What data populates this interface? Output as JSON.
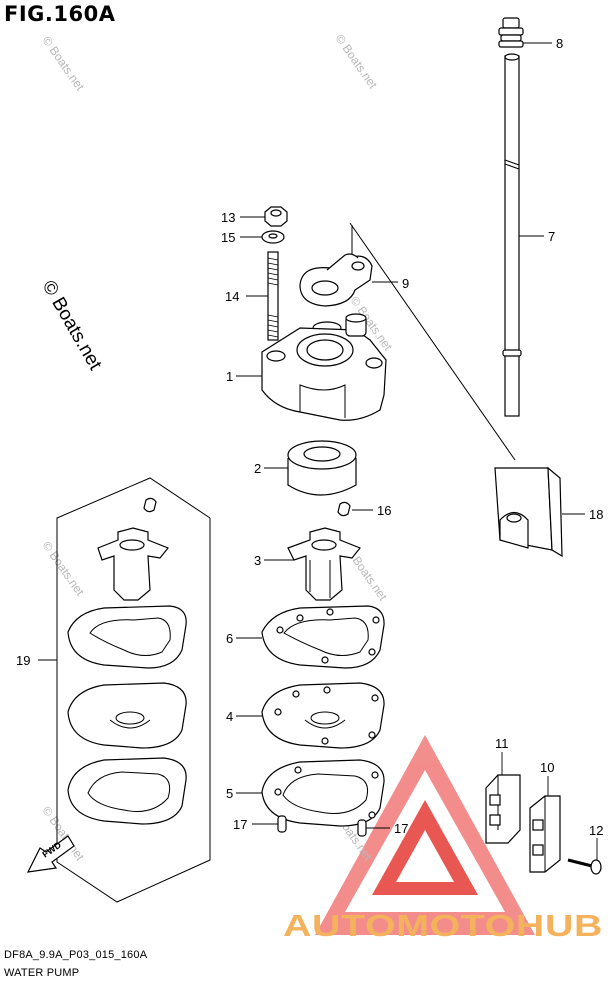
{
  "figure": {
    "title": "FIG.160A",
    "code": "DF8A_9.9A_P03_015_160A",
    "caption": "WATER PUMP"
  },
  "watermarks": {
    "copyright": "© Boats.net",
    "logo_text": "AUTOMOTOHUB",
    "logo_colors": {
      "outer": "#f07a78",
      "inner": "#e63a36",
      "text_orange": "#f5b25c",
      "text_gray": "#d0d0d0"
    }
  },
  "arrow_label": "FWD",
  "callouts": [
    {
      "id": "c1",
      "text": "1"
    },
    {
      "id": "c2",
      "text": "2"
    },
    {
      "id": "c3",
      "text": "3"
    },
    {
      "id": "c4",
      "text": "4"
    },
    {
      "id": "c5",
      "text": "5"
    },
    {
      "id": "c6",
      "text": "6"
    },
    {
      "id": "c7",
      "text": "7"
    },
    {
      "id": "c8",
      "text": "8"
    },
    {
      "id": "c9",
      "text": "9"
    },
    {
      "id": "c10",
      "text": "10"
    },
    {
      "id": "c11",
      "text": "11"
    },
    {
      "id": "c12",
      "text": "12"
    },
    {
      "id": "c13",
      "text": "13"
    },
    {
      "id": "c14",
      "text": "14"
    },
    {
      "id": "c15",
      "text": "15"
    },
    {
      "id": "c16",
      "text": "16"
    },
    {
      "id": "c17a",
      "text": "17"
    },
    {
      "id": "c17b",
      "text": "17"
    },
    {
      "id": "c18",
      "text": "18"
    },
    {
      "id": "c19",
      "text": "19"
    }
  ]
}
